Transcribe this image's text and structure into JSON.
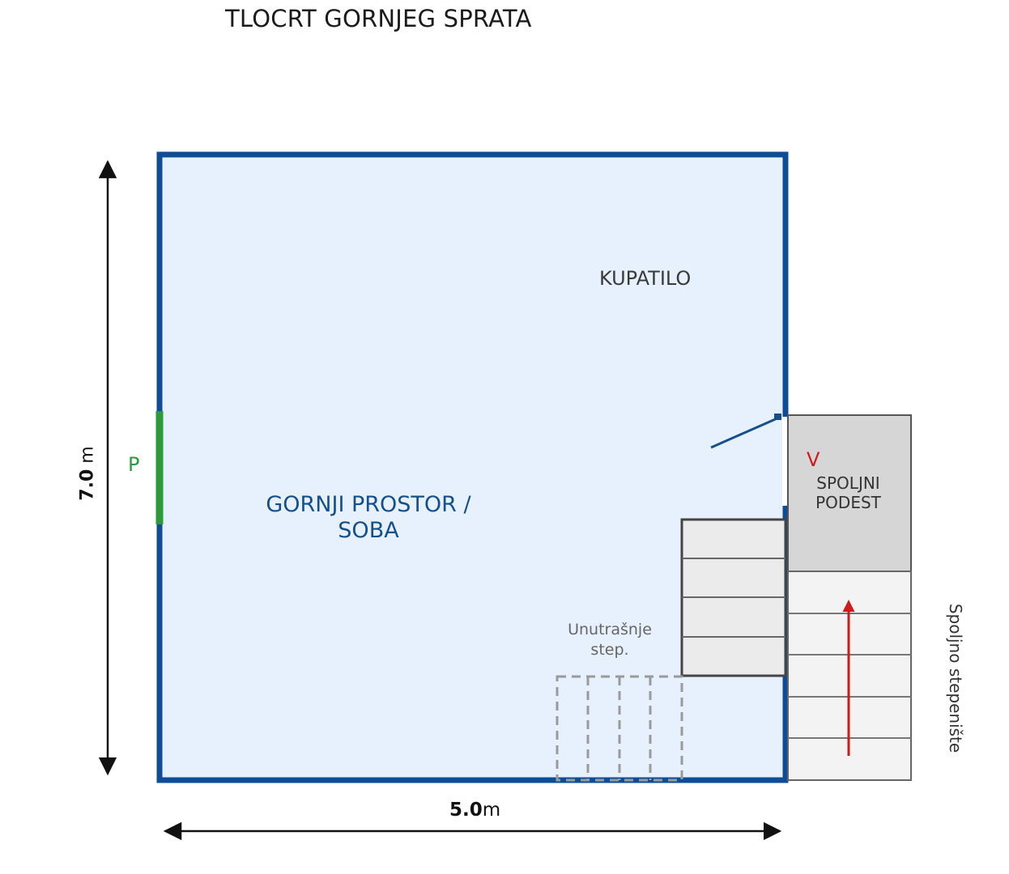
{
  "title": "TLOCRT GORNJEG SPRATA",
  "rooms": {
    "bathroom": "KUPATILO",
    "main_line1": "GORNJI PROSTOR /",
    "main_line2": "SOBA",
    "landing_line1": "SPOLJNI",
    "landing_line2": "PODEST",
    "inner_stairs_line1": "Unutrašnje",
    "inner_stairs_line2": "step.",
    "outer_stairs": "Spoljno stepenište"
  },
  "markers": {
    "window": "P",
    "entrance": "V"
  },
  "dimensions": {
    "width_value": "5.0",
    "width_unit": "m",
    "height_value": "7.0",
    "height_unit": " m"
  },
  "colors": {
    "wall": "#0f4c96",
    "floor": "#e7f1fd",
    "window": "#2e9b3a",
    "door": "#15508c",
    "landing": "#d6d6d6",
    "inner_stairs": "#ebebeb",
    "outer_stairs": "#f3f3f3",
    "arrow": "#d11a1a",
    "dashed": "#9a9a9a"
  }
}
